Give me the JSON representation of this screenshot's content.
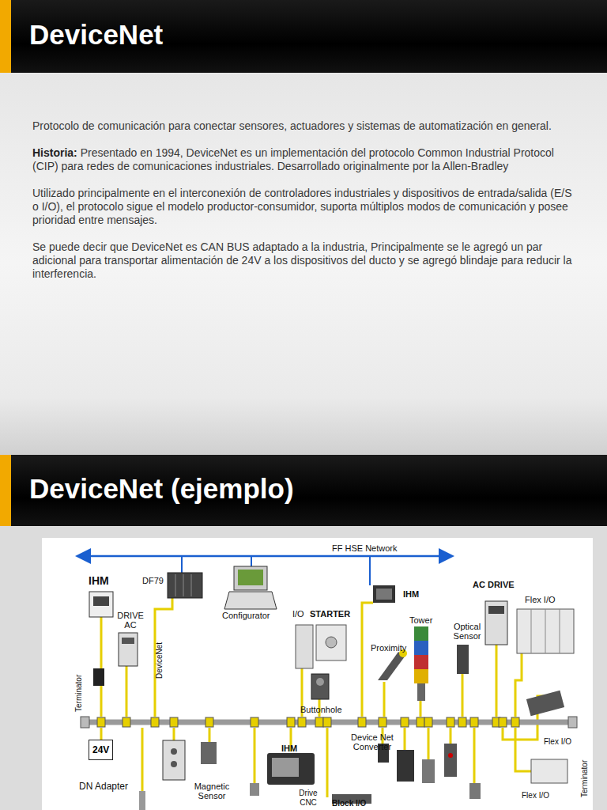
{
  "diagram": {
    "title": "DeviceNet",
    "nodes": [
      {
        "text": [
          "24V"
        ]
      }
    ],
    "labels": [
      "DeviceNet (ejemplo)",
      "Protocolo de comunicación para conectar sensores, actuadores y sistemas de automatización en general.",
      "Historia:",
      "Presentado en 1994, DeviceNet es un implementación del protocolo Common Industrial Protocol (CIP) para redes de comunicaciones industriales. Desarrollado originalmente por la Allen-Bradley",
      "Utilizado principalmente en el interconexión de controladores industriales y dispositivos de entrada/salida (E/S o I/O), el protocolo sigue el modelo productor-consumidor, suporta múltiplos modos de comunicación y posee prioridad entre mensajes.",
      "Se puede decir que DeviceNet es CAN BUS adaptado a la industria, Principalmente se le agregó un par adicional para transportar alimentación de 24V a los dispositivos del ducto y se agregó blindaje para reducir la interferencia.",
      "FF HSE Network",
      "IHM",
      "DF79",
      "Configurator",
      "DRIVE AC",
      "DeviceNet",
      "I/O",
      "STARTER",
      "IHM",
      "Tower",
      "Proximity",
      "Optical Sensor",
      "AC DRIVE",
      "Flex I/O",
      "Terminator",
      "Buttonhole",
      "Device Net Converter",
      "Flex I/O",
      "Terminator",
      "DN Adapter",
      "Magnetic Sensor",
      "IHM",
      "Drive CNC",
      "Block I/O",
      "Flex I/O"
    ]
  }
}
